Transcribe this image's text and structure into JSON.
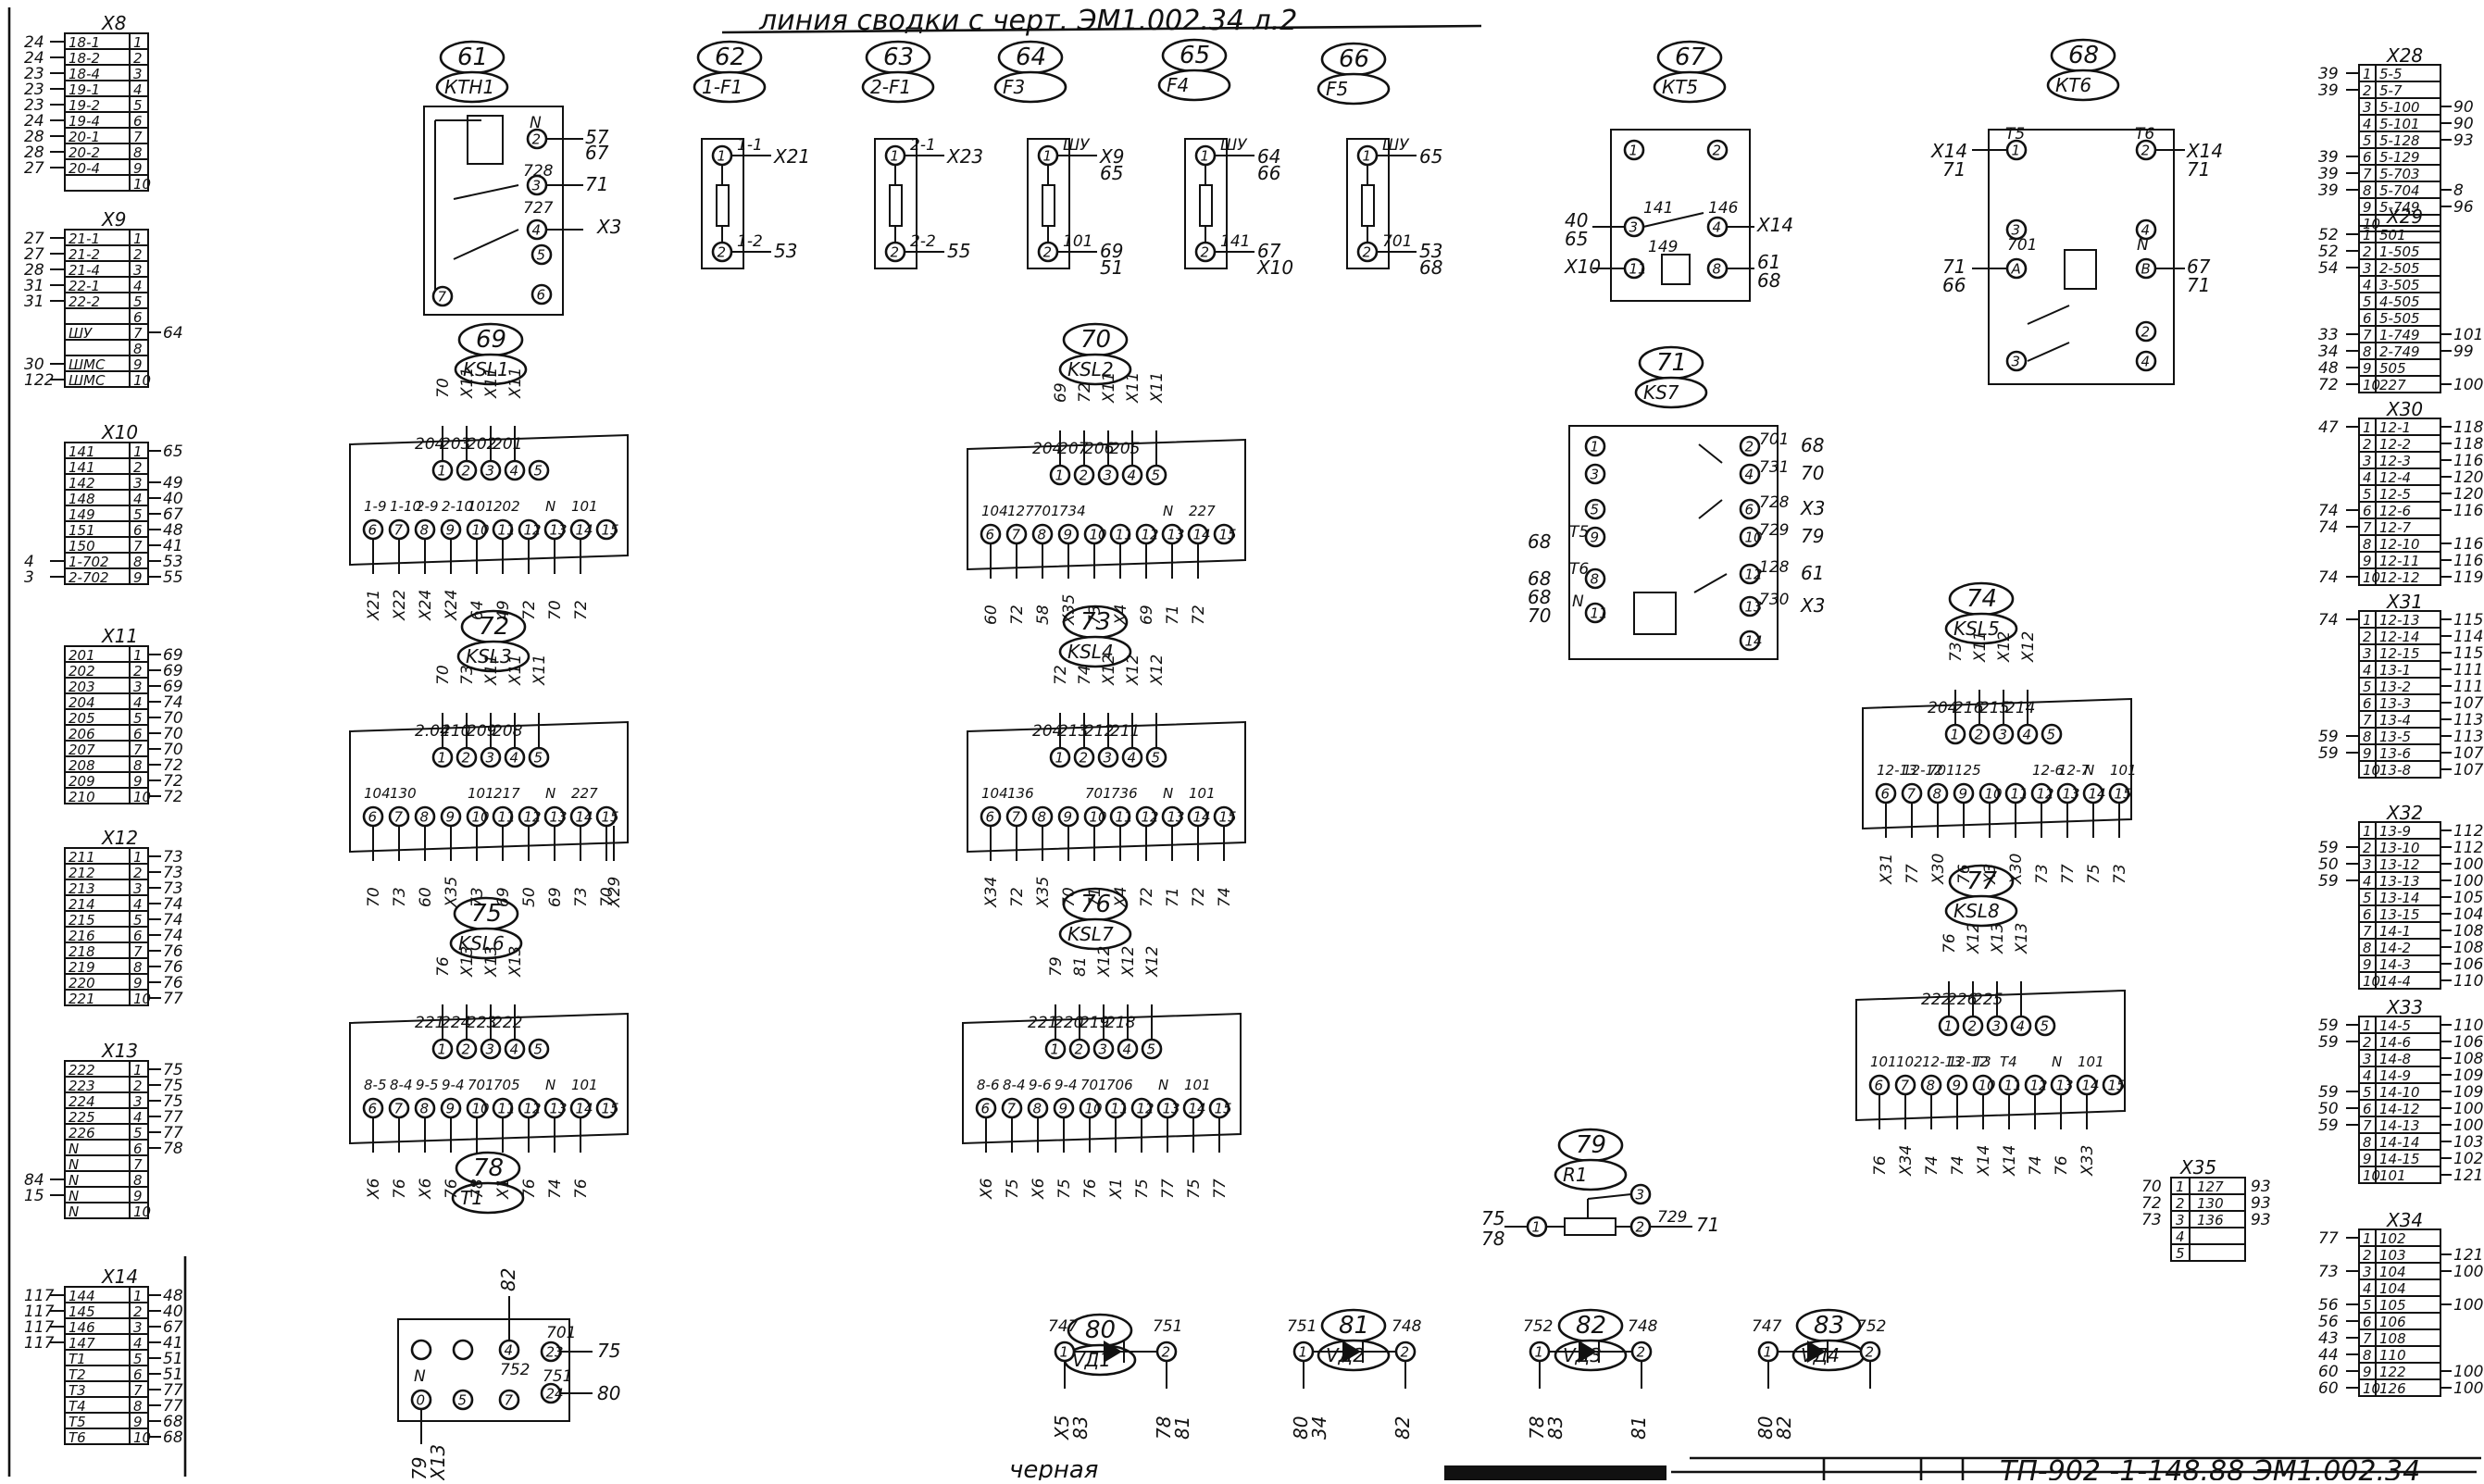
{
  "header_text": "линия   сводки   с   черт.  ЭМ1.002.34 л.2",
  "footer_text": "черная",
  "stamp_text": "ТП-902 -1-148.88  ЭМ1.002.34",
  "connector_blocks_left": [
    {
      "name": "X8",
      "rows": [
        [
          "24",
          "18-1",
          "1"
        ],
        [
          "24",
          "18-2",
          "2"
        ],
        [
          "23",
          "18-4",
          "3"
        ],
        [
          "23",
          "19-1",
          "4"
        ],
        [
          "23",
          "19-2",
          "5"
        ],
        [
          "24",
          "19-4",
          "6"
        ],
        [
          "28",
          "20-1",
          "7"
        ],
        [
          "28",
          "20-2",
          "8"
        ],
        [
          "27",
          "20-4",
          "9"
        ],
        [
          "",
          "",
          "10"
        ]
      ]
    },
    {
      "name": "X9",
      "rows": [
        [
          "27",
          "21-1",
          "1"
        ],
        [
          "27",
          "21-2",
          "2"
        ],
        [
          "28",
          "21-4",
          "3"
        ],
        [
          "31",
          "22-1",
          "4"
        ],
        [
          "31",
          "22-2",
          "5"
        ],
        [
          "",
          "",
          "6"
        ],
        [
          "",
          "ШУ",
          "7",
          "64"
        ],
        [
          "",
          "",
          "8"
        ],
        [
          "30",
          "ШМС",
          "9"
        ],
        [
          "122",
          "ШМС",
          "10"
        ]
      ]
    },
    {
      "name": "X10",
      "rows": [
        [
          "",
          "141",
          "1",
          "65"
        ],
        [
          "",
          "141",
          "2"
        ],
        [
          "",
          "142",
          "3",
          "49"
        ],
        [
          "",
          "148",
          "4",
          "40"
        ],
        [
          "",
          "149",
          "5",
          "67"
        ],
        [
          "",
          "151",
          "6",
          "48"
        ],
        [
          "",
          "150",
          "7",
          "41"
        ],
        [
          "4",
          "1-702",
          "8",
          "53"
        ],
        [
          "3",
          "2-702",
          "9",
          "55"
        ]
      ]
    },
    {
      "name": "X11",
      "rows": [
        [
          "",
          "201",
          "1",
          "69"
        ],
        [
          "",
          "202",
          "2",
          "69"
        ],
        [
          "",
          "203",
          "3",
          "69"
        ],
        [
          "",
          "204",
          "4",
          "74"
        ],
        [
          "",
          "205",
          "5",
          "70"
        ],
        [
          "",
          "206",
          "6",
          "70"
        ],
        [
          "",
          "207",
          "7",
          "70"
        ],
        [
          "",
          "208",
          "8",
          "72"
        ],
        [
          "",
          "209",
          "9",
          "72"
        ],
        [
          "",
          "210",
          "10",
          "72"
        ]
      ]
    },
    {
      "name": "X12",
      "rows": [
        [
          "",
          "211",
          "1",
          "73"
        ],
        [
          "",
          "212",
          "2",
          "73"
        ],
        [
          "",
          "213",
          "3",
          "73"
        ],
        [
          "",
          "214",
          "4",
          "74"
        ],
        [
          "",
          "215",
          "5",
          "74"
        ],
        [
          "",
          "216",
          "6",
          "74"
        ],
        [
          "",
          "218",
          "7",
          "76"
        ],
        [
          "",
          "219",
          "8",
          "76"
        ],
        [
          "",
          "220",
          "9",
          "76"
        ],
        [
          "",
          "221",
          "10",
          "77"
        ]
      ]
    },
    {
      "name": "X13",
      "rows": [
        [
          "",
          "222",
          "1",
          "75"
        ],
        [
          "",
          "223",
          "2",
          "75"
        ],
        [
          "",
          "224",
          "3",
          "75"
        ],
        [
          "",
          "225",
          "4",
          "77"
        ],
        [
          "",
          "226",
          "5",
          "77"
        ],
        [
          "",
          "N",
          "6",
          "78"
        ],
        [
          "",
          "N",
          "7"
        ],
        [
          "84",
          "N",
          "8"
        ],
        [
          "15",
          "N",
          "9"
        ],
        [
          "",
          "N",
          "10"
        ]
      ]
    },
    {
      "name": "X14",
      "rows": [
        [
          "117",
          "144",
          "1",
          "48"
        ],
        [
          "117",
          "145",
          "2",
          "40"
        ],
        [
          "117",
          "146",
          "3",
          "67"
        ],
        [
          "117",
          "147",
          "4",
          "41"
        ],
        [
          "",
          "T1",
          "5",
          "51"
        ],
        [
          "",
          "T2",
          "6",
          "51"
        ],
        [
          "",
          "T3",
          "7",
          "77"
        ],
        [
          "",
          "T4",
          "8",
          "77"
        ],
        [
          "",
          "T5",
          "9",
          "68"
        ],
        [
          "",
          "T6",
          "10",
          "68"
        ]
      ]
    }
  ],
  "connector_blocks_right": [
    {
      "name": "X28",
      "rows": [
        [
          "39",
          "1",
          "5-5"
        ],
        [
          "39",
          "2",
          "5-7"
        ],
        [
          "",
          "3",
          "5-100",
          "90"
        ],
        [
          "",
          "4",
          "5-101",
          "90"
        ],
        [
          "",
          "5",
          "5-128",
          "93"
        ],
        [
          "39",
          "6",
          "5-129"
        ],
        [
          "39",
          "7",
          "5-703"
        ],
        [
          "39",
          "8",
          "5-704",
          "8"
        ],
        [
          "",
          "9",
          "5-749",
          "96"
        ],
        [
          "",
          "10",
          ""
        ]
      ]
    },
    {
      "name": "X29",
      "rows": [
        [
          "52",
          "1",
          "501"
        ],
        [
          "52",
          "2",
          "1-505"
        ],
        [
          "54",
          "3",
          "2-505"
        ],
        [
          "",
          "4",
          "3-505"
        ],
        [
          "",
          "5",
          "4-505"
        ],
        [
          "",
          "6",
          "5-505"
        ],
        [
          "33",
          "7",
          "1-749",
          "101"
        ],
        [
          "34",
          "8",
          "2-749",
          "99"
        ],
        [
          "48",
          "9",
          "505"
        ],
        [
          "72",
          "10",
          "227",
          "100"
        ]
      ]
    },
    {
      "name": "X30",
      "rows": [
        [
          "47",
          "1",
          "12-1",
          "118"
        ],
        [
          "",
          "2",
          "12-2",
          "118"
        ],
        [
          "",
          "3",
          "12-3",
          "116"
        ],
        [
          "",
          "4",
          "12-4",
          "120"
        ],
        [
          "",
          "5",
          "12-5",
          "120"
        ],
        [
          "74",
          "6",
          "12-6",
          "116"
        ],
        [
          "74",
          "7",
          "12-7"
        ],
        [
          "",
          "8",
          "12-10",
          "116"
        ],
        [
          "",
          "9",
          "12-11",
          "116"
        ],
        [
          "74",
          "10",
          "12-12",
          "119"
        ]
      ]
    },
    {
      "name": "X31",
      "rows": [
        [
          "74",
          "1",
          "12-13",
          "115"
        ],
        [
          "",
          "2",
          "12-14",
          "114"
        ],
        [
          "",
          "3",
          "12-15",
          "115"
        ],
        [
          "",
          "4",
          "13-1",
          "111"
        ],
        [
          "",
          "5",
          "13-2",
          "111"
        ],
        [
          "",
          "6",
          "13-3",
          "107"
        ],
        [
          "",
          "7",
          "13-4",
          "113"
        ],
        [
          "59",
          "8",
          "13-5",
          "113"
        ],
        [
          "59",
          "9",
          "13-6",
          "107"
        ],
        [
          "",
          "10",
          "13-8",
          "107"
        ]
      ]
    },
    {
      "name": "X32",
      "rows": [
        [
          "",
          "1",
          "13-9",
          "112"
        ],
        [
          "59",
          "2",
          "13-10",
          "112"
        ],
        [
          "50",
          "3",
          "13-12",
          "100"
        ],
        [
          "59",
          "4",
          "13-13",
          "100"
        ],
        [
          "",
          "5",
          "13-14",
          "105"
        ],
        [
          "",
          "6",
          "13-15",
          "104"
        ],
        [
          "",
          "7",
          "14-1",
          "108"
        ],
        [
          "",
          "8",
          "14-2",
          "108"
        ],
        [
          "",
          "9",
          "14-3",
          "106"
        ],
        [
          "",
          "10",
          "14-4",
          "110"
        ]
      ]
    },
    {
      "name": "X33",
      "rows": [
        [
          "59",
          "1",
          "14-5",
          "110"
        ],
        [
          "59",
          "2",
          "14-6",
          "106"
        ],
        [
          "",
          "3",
          "14-8",
          "108"
        ],
        [
          "",
          "4",
          "14-9",
          "109"
        ],
        [
          "59",
          "5",
          "14-10",
          "109"
        ],
        [
          "50",
          "6",
          "14-12",
          "100"
        ],
        [
          "59",
          "7",
          "14-13",
          "100"
        ],
        [
          "",
          "8",
          "14-14",
          "103"
        ],
        [
          "",
          "9",
          "14-15",
          "102"
        ],
        [
          "",
          "10",
          "101",
          "121"
        ]
      ]
    },
    {
      "name": "X34",
      "rows": [
        [
          "77",
          "1",
          "102"
        ],
        [
          "",
          "2",
          "103",
          "121"
        ],
        [
          "73",
          "3",
          "104",
          "100"
        ],
        [
          "",
          "4",
          "104"
        ],
        [
          "56",
          "5",
          "105",
          "100"
        ],
        [
          "56",
          "6",
          "106"
        ],
        [
          "43",
          "7",
          "108"
        ],
        [
          "44",
          "8",
          "110"
        ],
        [
          "60",
          "9",
          "122",
          "100"
        ],
        [
          "60",
          "10",
          "126",
          "100"
        ]
      ]
    }
  ],
  "x35": {
    "name": "X35",
    "rows": [
      [
        "70",
        "1",
        "127",
        "93"
      ],
      [
        "72",
        "2",
        "130",
        "93"
      ],
      [
        "73",
        "3",
        "136",
        "93"
      ],
      [
        "",
        "4",
        ""
      ],
      [
        "",
        "5",
        ""
      ]
    ]
  },
  "elements": [
    {
      "num": "61",
      "ref": "КТН1"
    },
    {
      "num": "62",
      "ref": "1-F1"
    },
    {
      "num": "63",
      "ref": "2-F1"
    },
    {
      "num": "64",
      "ref": "F3"
    },
    {
      "num": "65",
      "ref": "F4"
    },
    {
      "num": "66",
      "ref": "F5"
    },
    {
      "num": "67",
      "ref": "КТ5"
    },
    {
      "num": "68",
      "ref": "КТ6"
    },
    {
      "num": "69",
      "ref": "KSL1"
    },
    {
      "num": "70",
      "ref": "KSL2"
    },
    {
      "num": "71",
      "ref": "KS7"
    },
    {
      "num": "72",
      "ref": "KSL3"
    },
    {
      "num": "73",
      "ref": "KSL4"
    },
    {
      "num": "74",
      "ref": "KSL5"
    },
    {
      "num": "75",
      "ref": "KSL6"
    },
    {
      "num": "76",
      "ref": "KSL7"
    },
    {
      "num": "77",
      "ref": "KSL8"
    },
    {
      "num": "78",
      "ref": "T1"
    },
    {
      "num": "79",
      "ref": "R1"
    },
    {
      "num": "80",
      "ref": "VД1"
    },
    {
      "num": "81",
      "ref": "VД2"
    },
    {
      "num": "82",
      "ref": "VД3"
    },
    {
      "num": "83",
      "ref": "VД4"
    }
  ],
  "fuses": [
    {
      "top_pin": "1-1",
      "top_dest": "X21",
      "bot_pin": "1-2",
      "bot_dest": "53"
    },
    {
      "top_pin": "2-1",
      "top_dest": "X23",
      "bot_pin": "2-2",
      "bot_dest": "55"
    },
    {
      "top_pin": "ШУ",
      "top_dest": "X9",
      "top_dest2": "65",
      "bot_pin": "101",
      "bot_dest": "69",
      "bot_dest2": "51"
    },
    {
      "top_pin": "ШУ",
      "top_dest": "64",
      "top_dest2": "66",
      "bot_pin": "141",
      "bot_dest": "67",
      "bot_dest2": "X10"
    },
    {
      "top_pin": "ШУ",
      "top_dest": "65",
      "bot_pin": "701",
      "bot_dest": "53",
      "bot_dest2": "68"
    }
  ],
  "ksl_blocks": [
    {
      "top": [
        "204",
        "203",
        "202",
        "201"
      ],
      "topwires": [
        "70",
        "X11",
        "X11",
        "X11"
      ],
      "bottom": [
        "1-9",
        "1-10",
        "2-9",
        "2-10",
        "101",
        "202",
        "",
        "N",
        "101"
      ],
      "bottomwires": [
        "X21",
        "X22",
        "X24",
        "X24",
        "64",
        "49",
        "72",
        "70",
        "72"
      ]
    },
    {
      "top": [
        "204",
        "207",
        "206",
        "205"
      ],
      "topwires": [
        "69",
        "72",
        "X11",
        "X11",
        "X11"
      ],
      "bottom": [
        "104",
        "127",
        "701",
        "734",
        "",
        "",
        "",
        "N",
        "227"
      ],
      "bottomwires": [
        "60",
        "72",
        "58",
        "X35",
        "73",
        "X4",
        "69",
        "71",
        "72"
      ]
    },
    {
      "top": [
        "2.04",
        "210",
        "209",
        "208"
      ],
      "topwires": [
        "70",
        "73",
        "X11",
        "X11",
        "X11"
      ],
      "bottom": [
        "104",
        "130",
        "",
        "",
        "101",
        "217",
        "",
        "N",
        "227"
      ],
      "bottomwires": [
        "70",
        "73",
        "60",
        "X35",
        "73",
        "69",
        "50",
        "69",
        "73",
        "70",
        "X29"
      ]
    },
    {
      "top": [
        "204",
        "213",
        "212",
        "211"
      ],
      "topwires": [
        "72",
        "74",
        "X12",
        "X12",
        "X12"
      ],
      "bottom": [
        "104",
        "136",
        "",
        "",
        "701",
        "736",
        "",
        "N",
        "101"
      ],
      "bottomwires": [
        "X34",
        "72",
        "X35",
        "70",
        "71",
        "X4",
        "72",
        "71",
        "72",
        "74"
      ]
    },
    {
      "top": [
        "204",
        "216",
        "215",
        "214"
      ],
      "topwires": [
        "73",
        "X11",
        "X12",
        "X12"
      ],
      "bottom": [
        "12-13",
        "12-12",
        "701",
        "125",
        "",
        "",
        "12-6",
        "12-7",
        "N",
        "101"
      ],
      "bottomwires": [
        "X31",
        "77",
        "X30",
        "76",
        "X3",
        "X30",
        "73",
        "77",
        "75",
        "73"
      ]
    },
    {
      "top": [
        "221",
        "224",
        "223",
        "222"
      ],
      "topwires": [
        "76",
        "X13",
        "X13",
        "X13"
      ],
      "bottom": [
        "8-5",
        "8-4",
        "9-5",
        "9-4",
        "701",
        "705",
        "",
        "N",
        "101"
      ],
      "bottomwires": [
        "X6",
        "76",
        "X6",
        "76",
        "78",
        "X1",
        "76",
        "74",
        "76"
      ]
    },
    {
      "top": [
        "221",
        "220",
        "219",
        "218"
      ],
      "topwires": [
        "79",
        "81",
        "X12",
        "X12",
        "X12"
      ],
      "bottom": [
        "8-6",
        "8-4",
        "9-6",
        "9-4",
        "701",
        "706",
        "",
        "N",
        "101"
      ],
      "bottomwires": [
        "X6",
        "75",
        "X6",
        "75",
        "76",
        "X1",
        "75",
        "77",
        "75",
        "77"
      ]
    },
    {
      "top": [
        "222",
        "226",
        "225"
      ],
      "topwires": [
        "76",
        "X12",
        "X13",
        "X13"
      ],
      "bottom": [
        "101",
        "102",
        "12-13",
        "12-12",
        "T3",
        "T4",
        "",
        "N",
        "101"
      ],
      "bottomwires": [
        "76",
        "X34",
        "74",
        "74",
        "X14",
        "X14",
        "74",
        "76",
        "X33"
      ]
    }
  ],
  "kt5": {
    "pins": [
      "141",
      "146",
      "149"
    ],
    "left": [
      "40",
      "65",
      "X10"
    ],
    "right": [
      "X14",
      "61",
      "68"
    ]
  },
  "kt6": {
    "pins": [
      "T5",
      "T6",
      "701",
      "N"
    ],
    "left": [
      "X14",
      "71",
      "71",
      "66"
    ],
    "right": [
      "X14",
      "71",
      "67",
      "71"
    ]
  },
  "ks7": {
    "right": [
      "701",
      "731",
      "728",
      "729",
      "128",
      "730"
    ],
    "dest": [
      "68",
      "70",
      "X3",
      "79",
      "61",
      "X3"
    ],
    "left": [
      "T5",
      "T6",
      "N"
    ],
    "leftdest": [
      "68",
      "68",
      "68",
      "70"
    ]
  },
  "ktn1": {
    "pins": [
      "N",
      "728",
      "727"
    ],
    "dest": [
      "57",
      "67",
      "71",
      "X3"
    ]
  },
  "t1": {
    "pins": [
      "82",
      "701",
      "752",
      "751",
      "N"
    ],
    "dest": [
      "75",
      "80",
      "79",
      "X13"
    ]
  },
  "r1": {
    "left": [
      "75",
      "78"
    ],
    "right": [
      "729",
      "71"
    ]
  },
  "diodes": [
    {
      "a": "747",
      "k": "751",
      "w1": "X5",
      "w2": "83",
      "w3": "78",
      "w4": "81"
    },
    {
      "a": "751",
      "k": "748",
      "w1": "80",
      "w2": "34",
      "w3": "82"
    },
    {
      "a": "752",
      "k": "748",
      "w1": "78",
      "w2": "83",
      "w3": "81"
    },
    {
      "a": "747",
      "k": "752",
      "w1": "80",
      "w2": "82"
    }
  ]
}
